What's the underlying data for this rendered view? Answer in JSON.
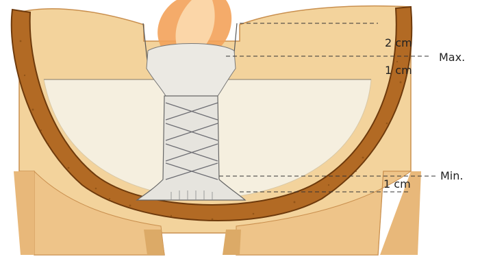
{
  "labels": {
    "top_gap": "2 cm",
    "max_label": "Max.",
    "below_max_gap": "1 cm",
    "min_label": "Min.",
    "bottom_gap": "1 cm"
  },
  "colors": {
    "bowl_rim": "#a8621c",
    "bowl_rim_dark": "#7a4410",
    "terracotta_face": "#f1cf95",
    "terracotta_shade": "#e4b575",
    "wax": "#f4eedd",
    "wick_sleeve": "#e8e6e0",
    "wick_lines": "#6d6d73",
    "flame_outer": "#f3a25a",
    "flame_inner": "#fbd6a8"
  }
}
